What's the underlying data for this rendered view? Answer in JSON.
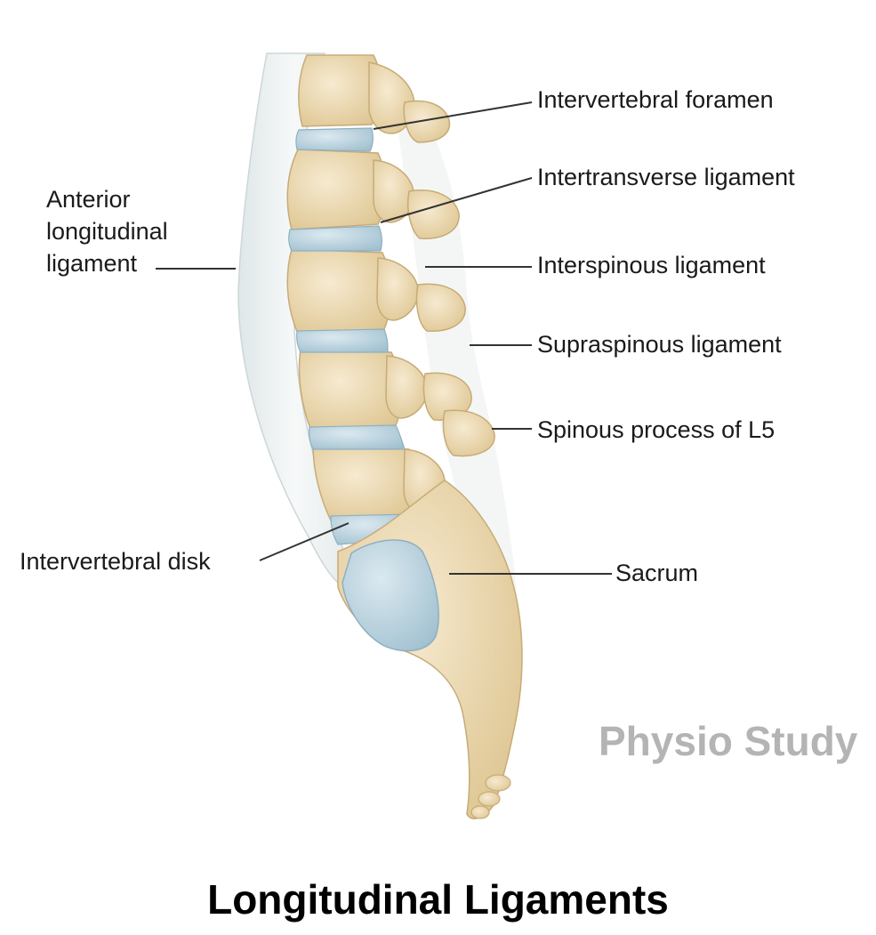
{
  "diagram": {
    "labels": {
      "anterior_longitudinal_ligament": [
        "Anterior",
        "longitudinal",
        "ligament"
      ],
      "intervertebral_foramen": "Intervertebral foramen",
      "intertransverse_ligament": "Intertransverse ligament",
      "interspinous_ligament": "Interspinous ligament",
      "supraspinous_ligament": "Supraspinous ligament",
      "spinous_process_l5": "Spinous process of L5",
      "intervertebral_disk": "Intervertebral disk",
      "sacrum": "Sacrum"
    },
    "watermark": "Physio Study",
    "caption": "Longitudinal Ligaments"
  },
  "colors": {
    "bone": "#ecd9ad",
    "bone_shadow": "#c9ac74",
    "disk": "#b9d3df",
    "ligament": "#eef2f2",
    "leader_line": "#333333"
  }
}
